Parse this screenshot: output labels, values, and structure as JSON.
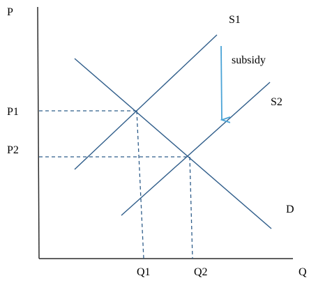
{
  "labels": {
    "price_axis": "P",
    "quantity_axis": "Q",
    "p1": "P1",
    "p2": "P2",
    "q1": "Q1",
    "q2": "Q2",
    "supply1": "S1",
    "supply2": "S2",
    "demand": "D",
    "shift": "subsidy"
  },
  "colors": {
    "axes": "#2b2b2b",
    "curves": "#2f5d8a",
    "guides": "#2f5d8a",
    "arrow": "#4aa3d6",
    "text": "#000000"
  }
}
